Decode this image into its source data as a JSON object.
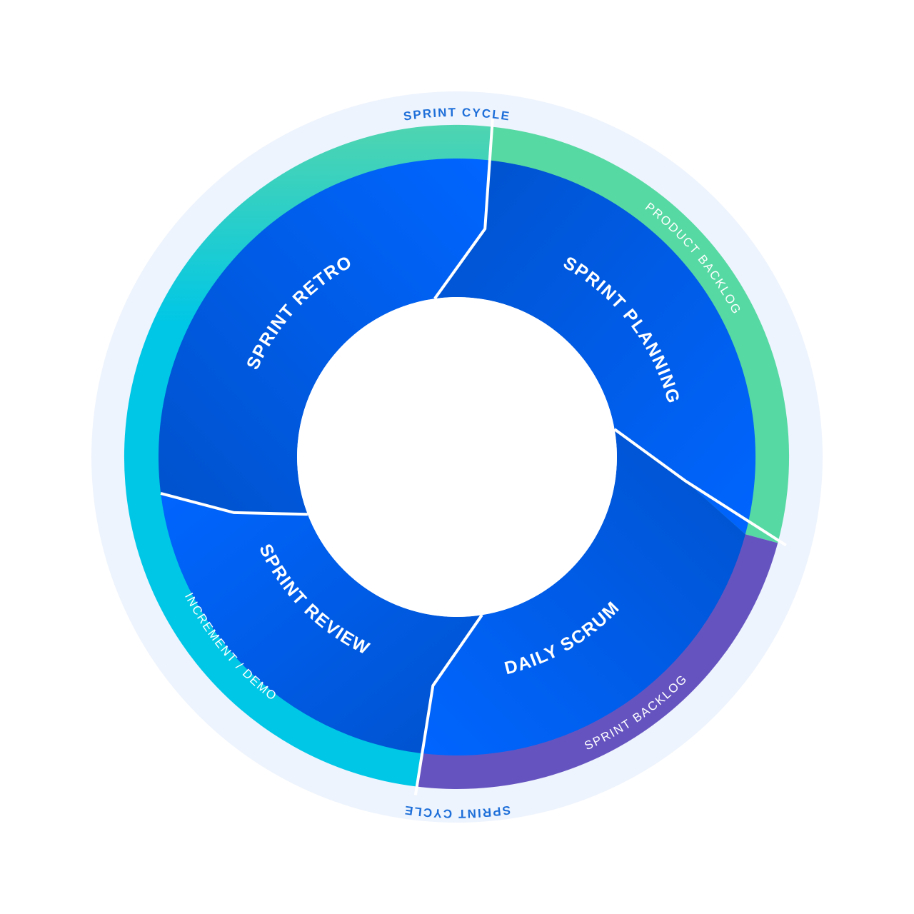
{
  "diagram": {
    "cycle_labels": {
      "top": "SPRINT CYCLE",
      "bottom": "SPRINT CYCLE"
    },
    "phases": [
      {
        "id": "sprint-planning",
        "label": "SPRINT PLANNING"
      },
      {
        "id": "daily-scrum",
        "label": "DAILY SCRUM"
      },
      {
        "id": "sprint-review",
        "label": "SPRINT REVIEW"
      },
      {
        "id": "sprint-retro",
        "label": "SPRINT RETRO"
      }
    ],
    "artifacts": [
      {
        "id": "product-backlog",
        "label": "PRODUCT BACKLOG"
      },
      {
        "id": "sprint-backlog",
        "label": "SPRINT BACKLOG"
      },
      {
        "id": "increment-demo",
        "label": "INCREMENT / DEMO"
      }
    ]
  },
  "colors": {
    "outer_halo": "#eef4fd",
    "cycle_text": "#1e6fd9",
    "product_backlog": "#57d9a3",
    "sprint_backlog": "#6554c0",
    "increment_teal": "#00c7e6",
    "increment_green": "#4fd5b0",
    "phase_blue_light": "#0065ff",
    "phase_blue_dark": "#0052cc",
    "divider": "#ffffff"
  }
}
